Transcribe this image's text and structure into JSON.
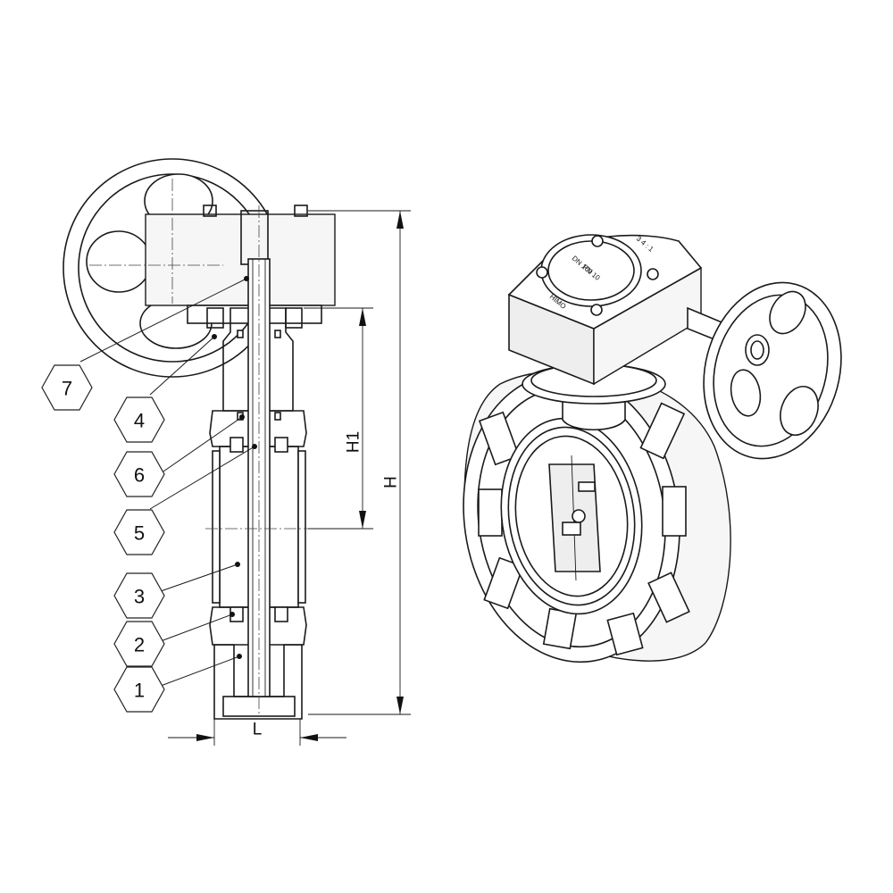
{
  "callouts": [
    {
      "number": "7"
    },
    {
      "number": "4"
    },
    {
      "number": "6"
    },
    {
      "number": "5"
    },
    {
      "number": "3"
    },
    {
      "number": "2"
    },
    {
      "number": "1"
    }
  ],
  "dimensions": {
    "height_total": "H",
    "height_actuator": "H1",
    "length": "L"
  },
  "gearbox_plate": {
    "ratio": "3 4 : 1",
    "line1": "DN 100",
    "line2": "PN 10",
    "line3": "HIMO"
  },
  "colors": {
    "line": "#1a1a1a",
    "hatch": "#555555",
    "fill_light": "#eeeeee"
  }
}
